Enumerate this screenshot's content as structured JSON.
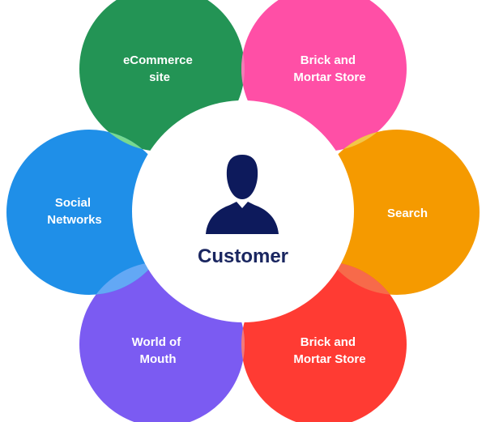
{
  "center": {
    "label": "Customer",
    "icon": "user-silhouette-icon",
    "label_color": "#1a2660",
    "icon_color": "#0d1a5c"
  },
  "petals": [
    {
      "id": "ecommerce",
      "lines": [
        "eCommerce",
        "site"
      ],
      "color": "#239455"
    },
    {
      "id": "brick-top",
      "lines": [
        "Brick and",
        "Mortar Store"
      ],
      "color": "#ff4fa6"
    },
    {
      "id": "search",
      "lines": [
        "Search"
      ],
      "color": "#f59a00"
    },
    {
      "id": "brick-bottom",
      "lines": [
        "Brick and",
        "Mortar Store"
      ],
      "color": "#ff3b33"
    },
    {
      "id": "world-of-mouth",
      "lines": [
        "World of",
        "Mouth"
      ],
      "color": "#7b5bf2"
    },
    {
      "id": "social-networks",
      "lines": [
        "Social",
        "Networks"
      ],
      "color": "#1f8fe8"
    }
  ],
  "overlap_colors": [
    "#f27db5",
    "#f2c64a",
    "#f76a4a",
    "#f27a78",
    "#63a8f5",
    "#77d890"
  ]
}
